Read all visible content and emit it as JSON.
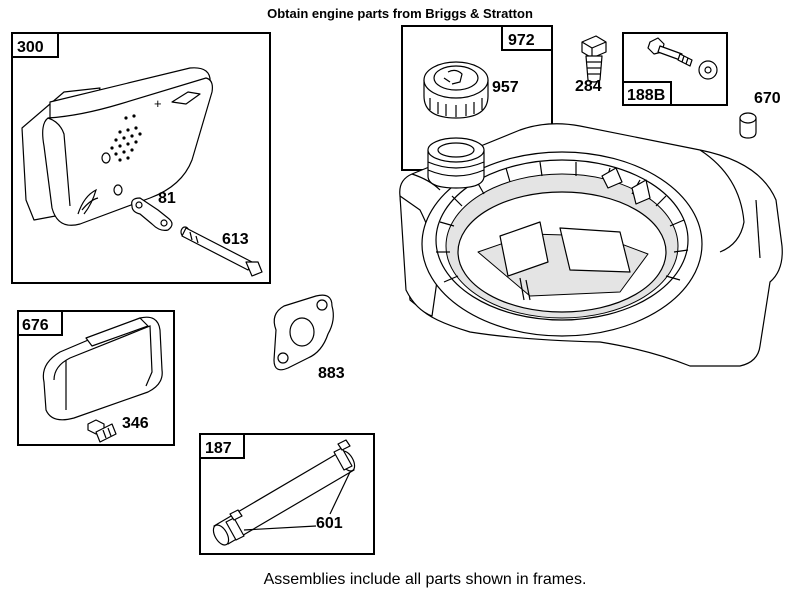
{
  "header": {
    "title": "Obtain engine parts from Briggs & Stratton"
  },
  "footer": {
    "note": "Assemblies include all parts shown in frames."
  },
  "frames": {
    "muffler_assembly": "300",
    "fuel_tank_assembly": "972",
    "screw_assembly": "188B",
    "guard_assembly": "676",
    "fuel_line_assembly": "187"
  },
  "parts": {
    "lock_plate": "81",
    "muffler_screw": "613",
    "fuel_cap": "957",
    "tank_screw": "284",
    "spacer": "670",
    "gasket": "883",
    "guard_screw": "346",
    "fuel_line": "601"
  }
}
